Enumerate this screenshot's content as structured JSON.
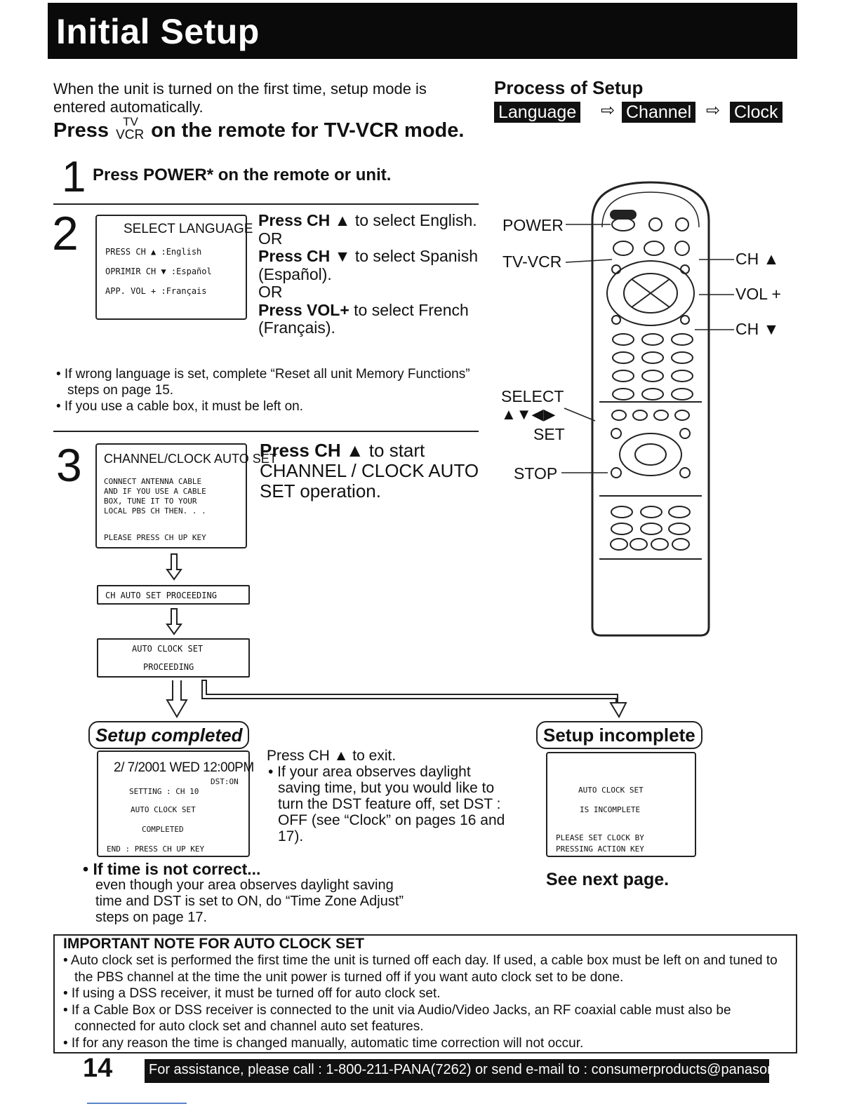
{
  "header": {
    "title": "Initial Setup"
  },
  "intro": {
    "text": "When the unit is turned on the first time, setup mode is entered automatically.",
    "press_prefix": "Press",
    "tvvcr_top": "TV",
    "tvvcr_bottom": "VCR",
    "press_suffix": "on the remote for TV-VCR mode."
  },
  "process": {
    "title": "Process of Setup",
    "steps": [
      "Language",
      "Channel",
      "Clock"
    ],
    "arrow": "⇨"
  },
  "step1": {
    "number": "1",
    "text": "Press POWER* on the remote or unit."
  },
  "step2": {
    "number": "2",
    "osd": {
      "title": "SELECT LANGUAGE",
      "line1": "PRESS    CH ▲ :English",
      "line2": "OPRIMIR CH ▼ :Español",
      "line3": "APP.     VOL + :Français"
    },
    "instr_ch_up": "Press CH ▲",
    "instr_ch_up_rest": " to select English.",
    "or1": "OR",
    "instr_ch_down": "Press CH ▼",
    "instr_ch_down_rest": " to select Spanish (Español).",
    "or2": "OR",
    "instr_vol": "Press VOL+",
    "instr_vol_rest": " to select French (Français).",
    "note1": "• If wrong language is set, complete “Reset all unit Memory Functions” steps on page 15.",
    "note2": "• If you use a cable box, it must be left on."
  },
  "step3": {
    "number": "3",
    "osd": {
      "title": "CHANNEL/CLOCK AUTO SET",
      "line1": "CONNECT  ANTENNA  CABLE",
      "line2": "AND  IF  YOU  USE  A  CABLE",
      "line3": "BOX, TUNE  IT  TO  YOUR",
      "line4": "LOCAL  PBS  CH     THEN. . .",
      "line5": "PLEASE  PRESS  CH  UP  KEY"
    },
    "instr_bold": "Press CH ▲",
    "instr_rest": " to start CHANNEL / CLOCK AUTO SET operation.",
    "proceeding": "CH  AUTO  SET  PROCEEDING",
    "auto_clock_1": "AUTO  CLOCK  SET",
    "auto_clock_2": "PROCEEDING"
  },
  "completed": {
    "label": "Setup completed",
    "osd": {
      "datetime": "2/ 7/2001 WED 12:00PM",
      "dst": "DST:ON",
      "line1": "SETTING  :  CH  10",
      "line2": "AUTO  CLOCK  SET",
      "line3": "COMPLETED",
      "line4": "END  :  PRESS CH UP KEY"
    },
    "exit_text": "Press CH ▲ to exit.",
    "dst_note": "• If your area observes daylight saving time, but you would like to turn the DST feature off, set DST : OFF (see “Clock” on pages 16 and 17).",
    "not_correct_title": "• If time is not correct...",
    "not_correct_body": "even though your area observes daylight saving time and DST is set to ON, do “Time Zone Adjust” steps on page 17."
  },
  "incomplete": {
    "label": "Setup incomplete",
    "osd": {
      "line1": "AUTO  CLOCK  SET",
      "line2": "IS  INCOMPLETE",
      "line3": "PLEASE SET  CLOCK BY",
      "line4": "PRESSING ACTION KEY"
    },
    "see_next": "See next page."
  },
  "remote": {
    "labels": {
      "power": "POWER",
      "tvvcr": "TV-VCR",
      "select": "SELECT",
      "select_arrows": "▲▼◀▶",
      "set": "SET",
      "stop": "STOP",
      "ch_up": "CH ▲",
      "vol_plus": "VOL +",
      "ch_down": "CH ▼"
    }
  },
  "important_note": {
    "title": "IMPORTANT NOTE FOR AUTO CLOCK SET",
    "items": [
      "• Auto clock set is performed the first time the unit is turned off each day. If used, a cable box must be left on and tuned to the PBS channel at the time the unit power is turned off if you want auto clock set to be done.",
      "• If using a DSS receiver, it must be turned off for auto clock set.",
      "• If a Cable Box or DSS receiver is connected to the unit via Audio/Video Jacks, an RF coaxial cable must also be connected for auto clock set and channel auto set features.",
      "• If for any reason the time is changed manually, automatic time correction will not occur."
    ]
  },
  "footer": {
    "page_number": "14",
    "assistance": "For assistance, please call : 1-800-211-PANA(7262) or send e-mail to : consumerproducts@panasonic.com"
  }
}
